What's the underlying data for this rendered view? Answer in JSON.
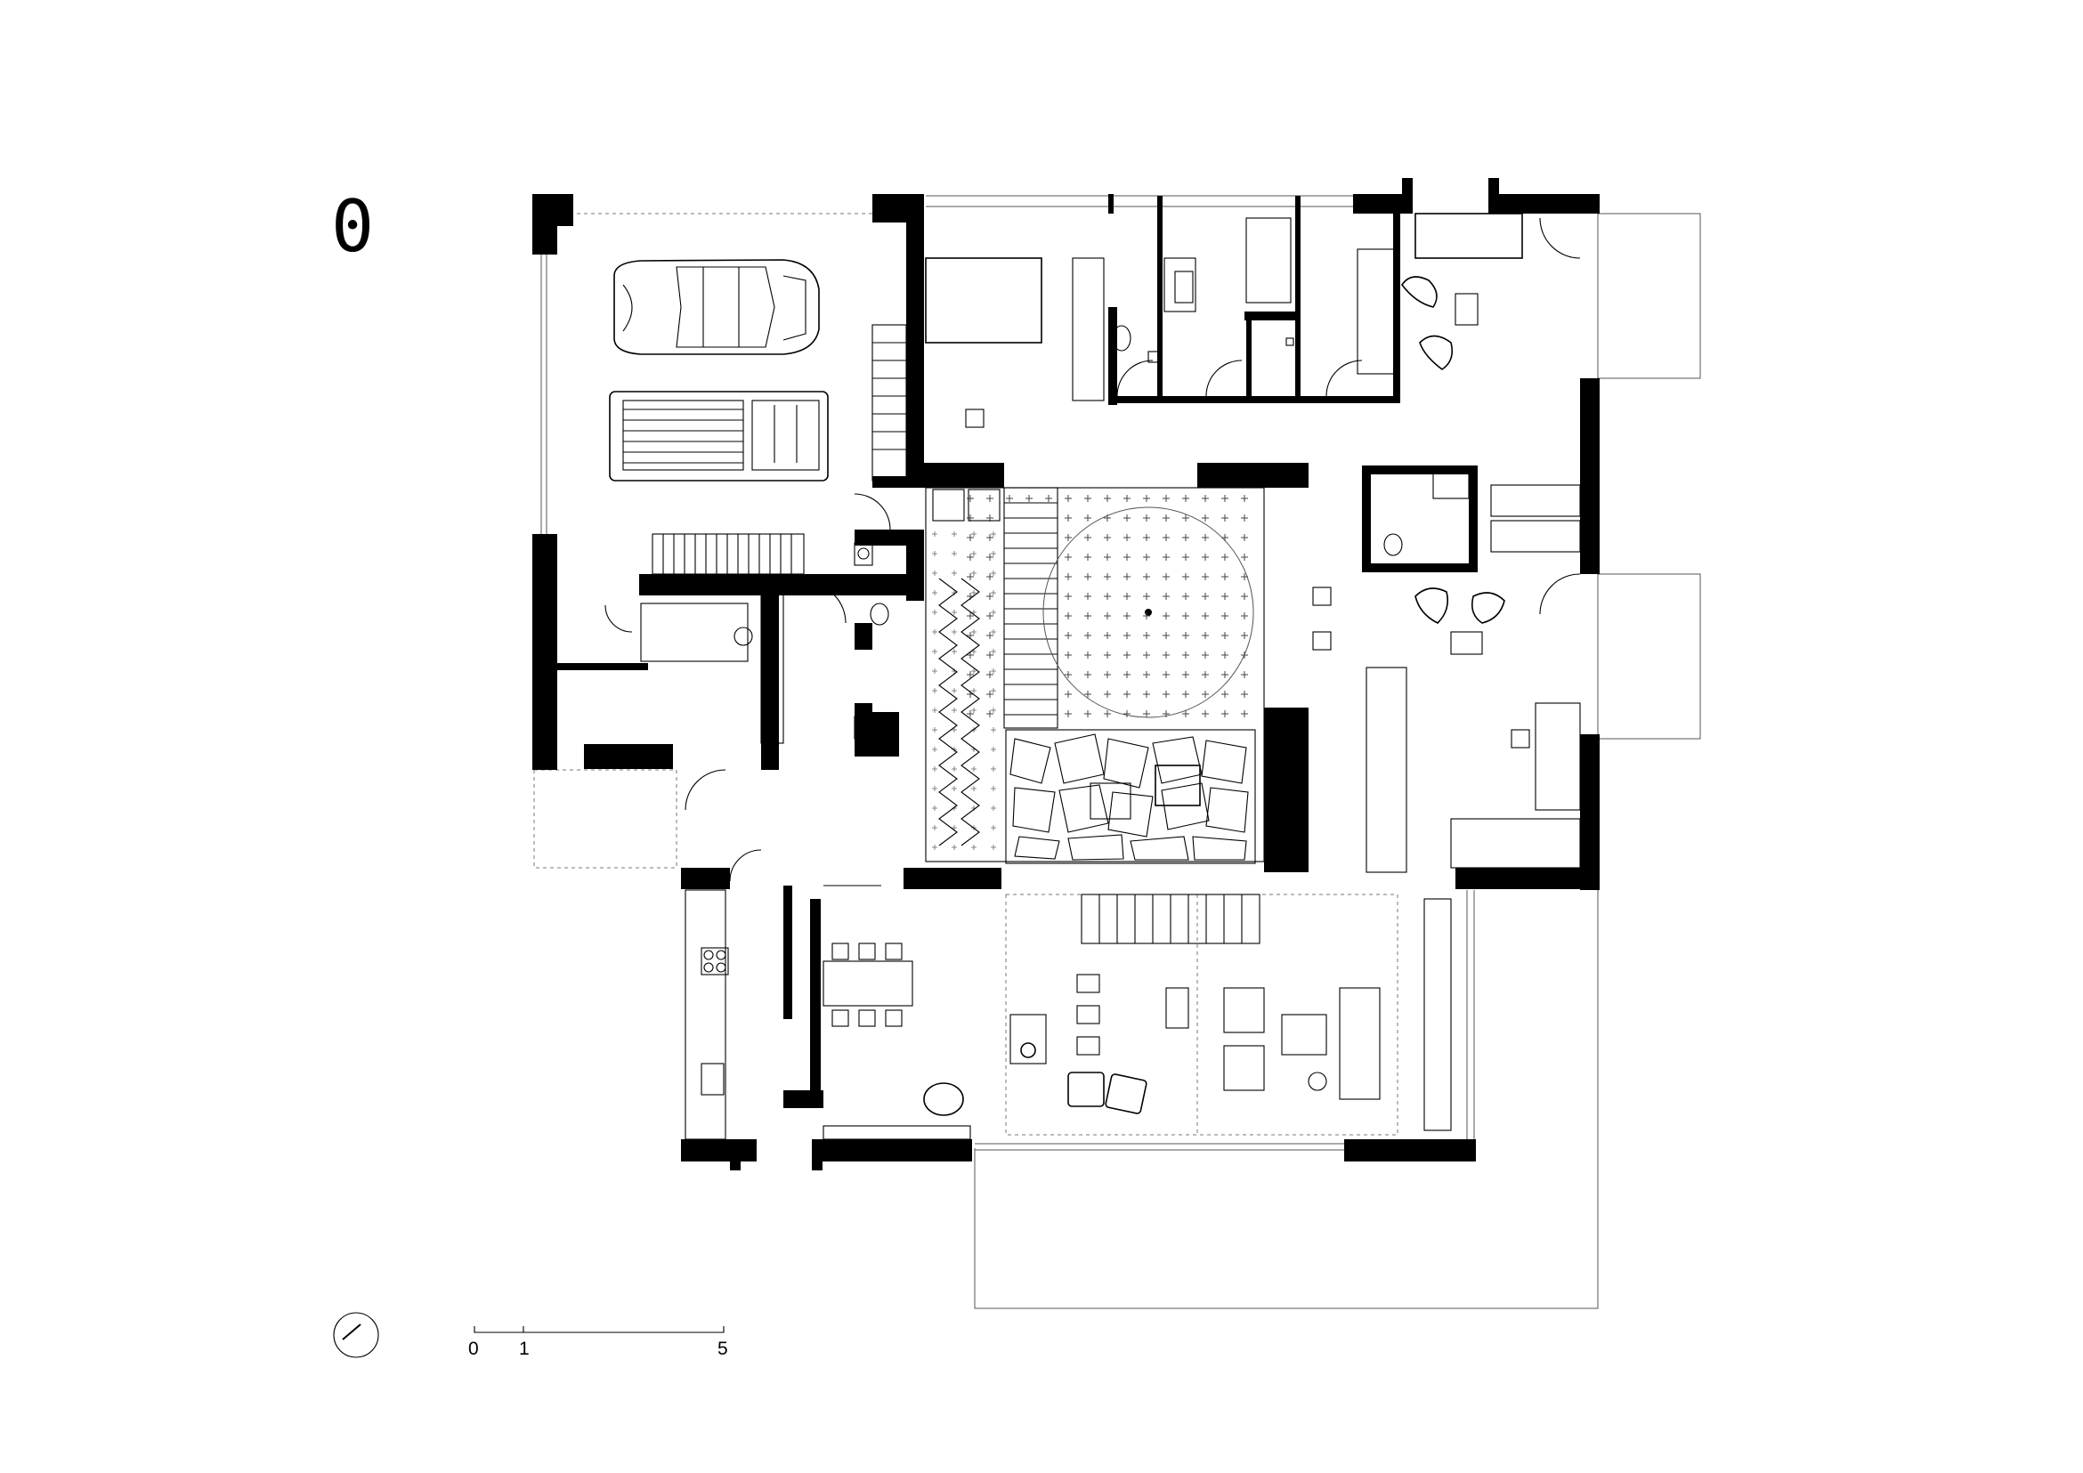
{
  "plan": {
    "level_label": "0",
    "scale_bar": {
      "labels": [
        "0",
        "1",
        "5"
      ]
    },
    "north_arrow_icon": "north-arrow-icon"
  }
}
